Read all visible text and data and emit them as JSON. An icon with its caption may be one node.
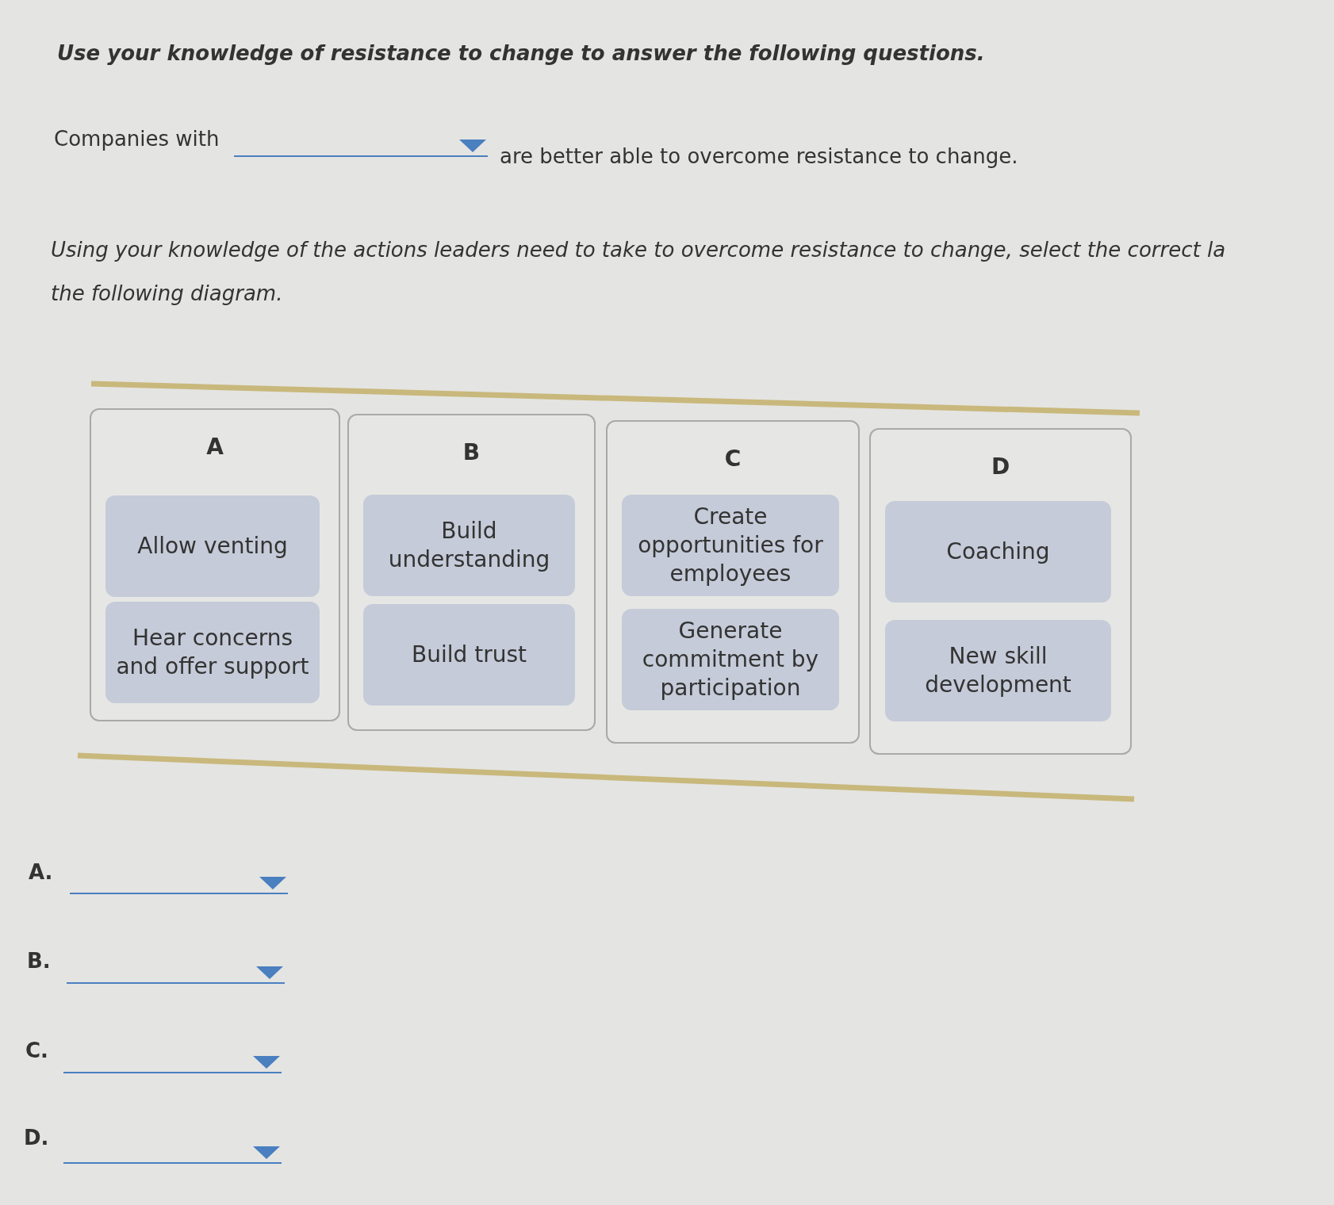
{
  "diagram": {
    "nodes": [
      {
        "text": [
          "A"
        ]
      },
      {
        "text": [
          "Allow venting"
        ],
        "in": 0
      },
      {
        "text": [
          "Hear concerns and offer support"
        ],
        "in": 0
      },
      {
        "text": [
          "B"
        ]
      },
      {
        "text": [
          "Build understanding"
        ],
        "in": 3
      },
      {
        "text": [
          "Build trust"
        ],
        "in": 3
      },
      {
        "text": [
          "C"
        ]
      },
      {
        "text": [
          "Create opportunities for employees"
        ],
        "in": 6
      },
      {
        "text": [
          "Generate commitment by participation"
        ],
        "in": 6
      },
      {
        "text": [
          "D"
        ]
      },
      {
        "text": [
          "Coaching"
        ],
        "in": 9
      },
      {
        "text": [
          "New skill development"
        ],
        "in": 9
      }
    ],
    "labels": [
      "Use your knowledge of resistance to change to answer the following questions.",
      "Companies with",
      "are better able to overcome resistance to change.",
      "Using your knowledge of the actions leaders need to take to overcome resistance to change, select the correct la",
      "the following diagram.",
      "A.",
      "B.",
      "C.",
      "D."
    ]
  }
}
